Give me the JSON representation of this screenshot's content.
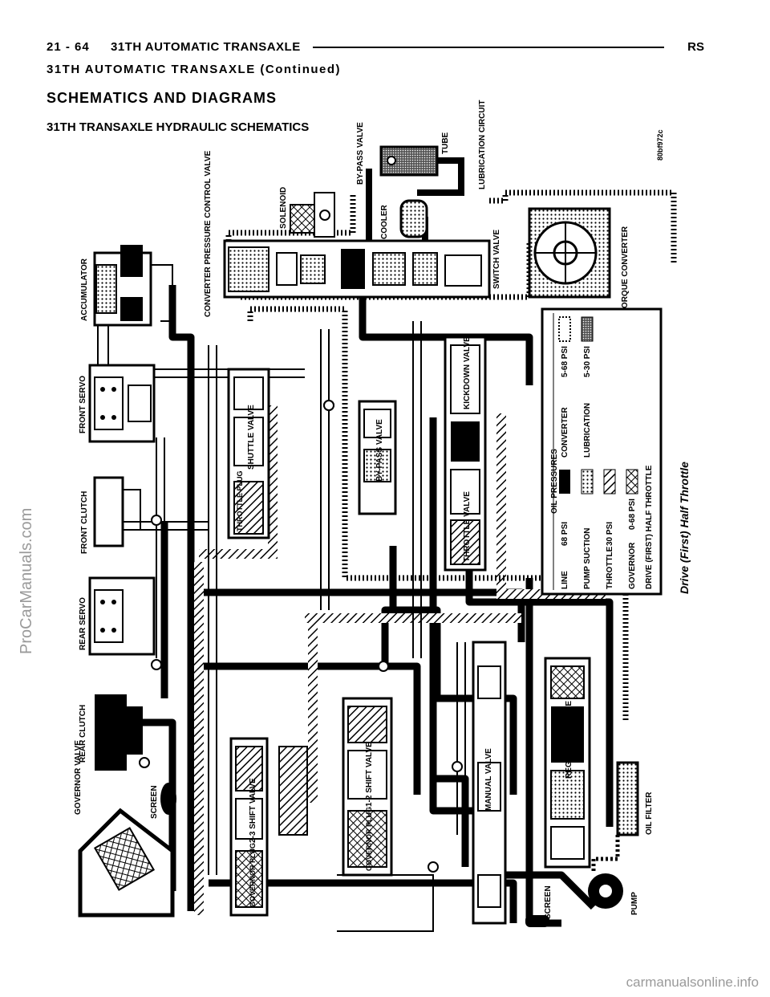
{
  "header": {
    "page_number": "21 - 64",
    "section_title": "31TH AUTOMATIC TRANSAXLE",
    "model_code": "RS",
    "continued": "31TH AUTOMATIC TRANSAXLE (Continued)",
    "section_heading": "SCHEMATICS AND DIAGRAMS",
    "diagram_title": "31TH TRANSAXLE HYDRAULIC SCHEMATICS"
  },
  "diagram": {
    "figure_id": "80bf972c",
    "caption": "Drive (First) Half Throttle",
    "components": {
      "accumulator": "ACCUMULATOR",
      "converter_pressure_control_valve": "CONVERTER PRESSURE CONTROL VALVE",
      "solenoid": "SOLENOID",
      "bypass_valve_top": "BY-PASS VALVE",
      "cooler": "COOLER",
      "tube": "TUBE",
      "lubrication_circuit": "LUBRICATION CIRCUIT",
      "switch_valve": "SWITCH VALVE",
      "torque_converter": "TORQUE CONVERTER",
      "front_servo": "FRONT SERVO",
      "shuttle_valve": "SHUTTLE VALVE",
      "throttle_plug": "THROTTLE PLUG",
      "bypass_valve_mid": "BY-PASS VALVE",
      "kickdown_valve": "KICKDOWN VALVE",
      "throttle_valve": "THROTTLE VALVE",
      "front_clutch": "FRONT CLUTCH",
      "rear_servo": "REAR SERVO",
      "rear_clutch": "REAR CLUTCH",
      "governor_valve": "GOVERNOR VALVE",
      "screen_left": "SCREEN",
      "shift_valve_23": "2-3 SHIFT VALVE",
      "governor_plug_23": "GOVERNOR PLUG",
      "shift_valve_12": "1-2 SHIFT VALVE",
      "governor_plug_12": "GOVERNOR PLUG",
      "manual_valve": "MANUAL VALVE",
      "regulator_valve": "REGULATOR VALVE",
      "oil_filter": "OIL FILTER",
      "pump": "PUMP",
      "screen_bottom": "SCREEN"
    },
    "legend": {
      "heading": "OIL PRESSURES",
      "items": [
        {
          "name": "LINE",
          "value": "68 PSI",
          "pattern": "solid-black"
        },
        {
          "name": "PUMP SUCTION",
          "value": "",
          "pattern": "dotted"
        },
        {
          "name": "THROTTLE",
          "value": "30 PSI",
          "pattern": "hatched"
        },
        {
          "name": "GOVERNOR",
          "value": "0-68 PSI",
          "pattern": "cross-hatched"
        },
        {
          "name": "CONVERTER",
          "value": "5-68 PSI",
          "pattern": "dotted-open"
        },
        {
          "name": "LUBRICATION",
          "value": "5-30 PSI",
          "pattern": "dense-dotted"
        }
      ],
      "footer": "DRIVE (FIRST) HALF THROTTLE"
    }
  },
  "watermark": "ProCarManuals.com",
  "footer_watermark": "carmanualsonline.info"
}
